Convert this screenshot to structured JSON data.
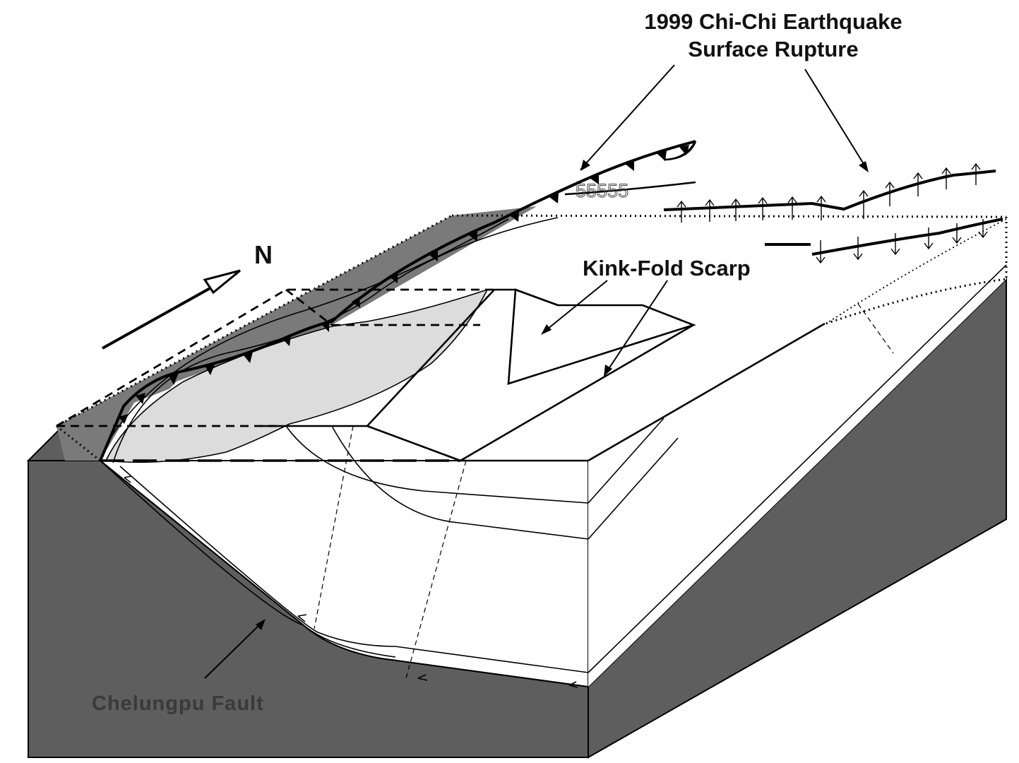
{
  "labels": {
    "rupture_title_line1": "1999 Chi-Chi Earthquake",
    "rupture_title_line2": "Surface Rupture",
    "north": "N",
    "kink_fold_scarp": "Kink-Fold Scarp",
    "chelungpu_fault": "Chelungpu Fault",
    "stray_digits": "55555"
  },
  "colors": {
    "fault_block": "#5e5e5e",
    "hanging_wall_strip": "#7a7a7a",
    "terrace": "#dcdcdc",
    "surface": "#ffffff",
    "line": "#000000"
  }
}
